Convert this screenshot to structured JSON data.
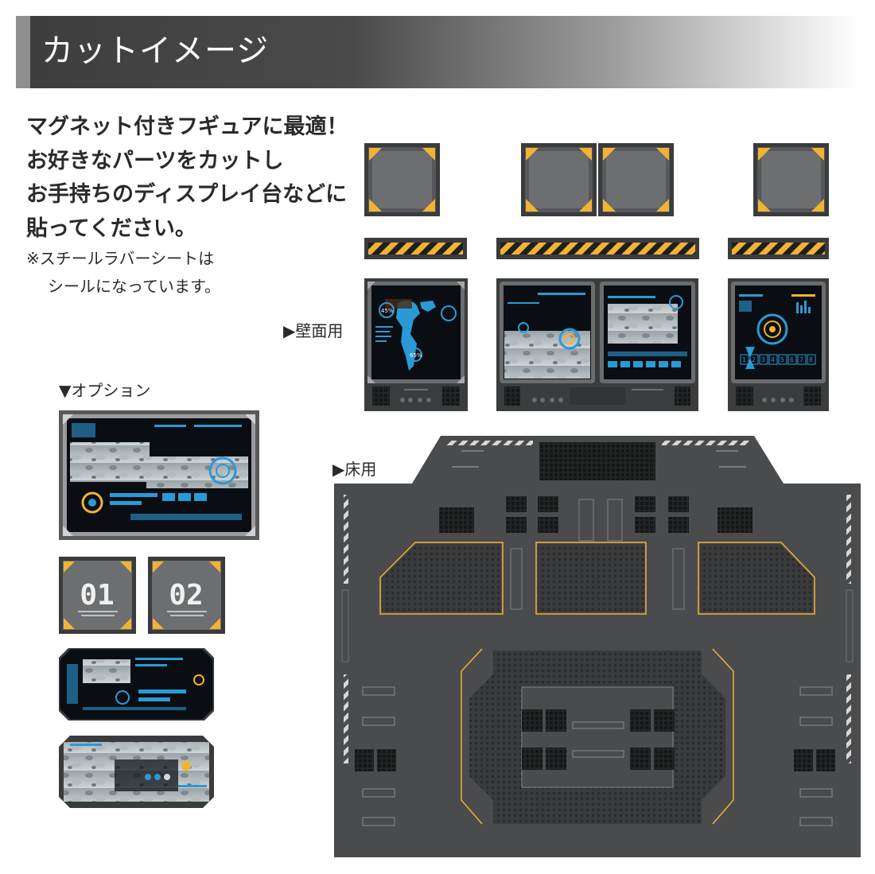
{
  "header": {
    "title": "カットイメージ"
  },
  "intro": {
    "lines": [
      "マグネット付きフギュアに最適！",
      "お好きなパーツをカットし",
      "お手持ちのディスプレイ台などに",
      "貼ってください。"
    ],
    "note_line1": "※スチールラバーシートは",
    "note_line2": "シールになっています。"
  },
  "labels": {
    "wall": "▶壁面用",
    "floor": "▶床用",
    "option": "▼オプション"
  },
  "screen_text": {
    "pct_a": "45%",
    "pct_b": "65%",
    "tile_01": "01",
    "tile_02": "02",
    "digits": [
      "1",
      "2",
      "3",
      "4",
      "5",
      "6",
      "7",
      "8"
    ]
  },
  "colors": {
    "panel": "#4a4b4c",
    "panel_dark": "#2f3031",
    "frame": "#5d5e60",
    "accent_yellow": "#f2b233",
    "screen_blue": "#2a9ad6",
    "screen_bg": "#0a0e12"
  }
}
